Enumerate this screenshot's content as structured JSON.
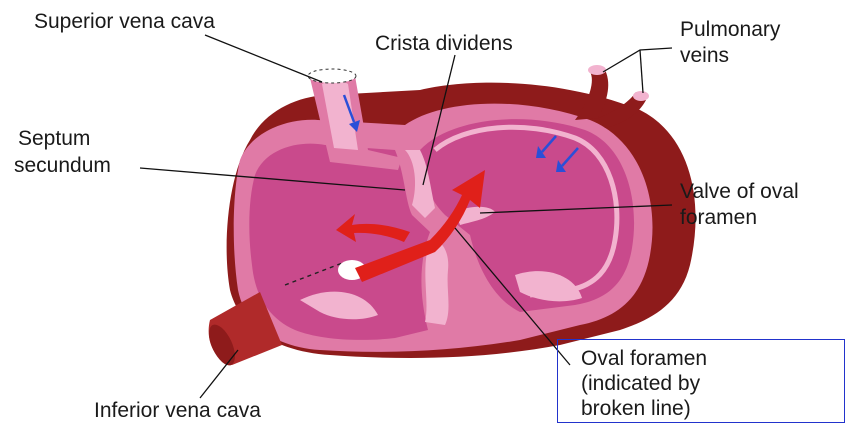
{
  "labels": {
    "superior_vena_cava": "Superior vena cava",
    "crista_dividens": "Crista dividens",
    "pulmonary_veins_line1": "Pulmonary",
    "pulmonary_veins_line2": "veins",
    "septum_secundum_line1": "Septum",
    "septum_secundum_line2": "secundum",
    "valve_oval_foramen_line1": "Valve of oval",
    "valve_oval_foramen_line2": "foramen",
    "oval_foramen_line1": "Oval foramen",
    "oval_foramen_line2": "(indicated by",
    "oval_foramen_line3": "broken line)",
    "inferior_vena_cava": "Inferior vena cava"
  },
  "colors": {
    "outer_wall": "#8e1b1b",
    "wall_pink": "#e07aa6",
    "chamber_pink": "#c94a8c",
    "light_pink": "#f2b3cf",
    "blood_arrow": "#e0201a",
    "flow_arrow": "#2a4fd8",
    "callout_border": "#2233cc"
  }
}
